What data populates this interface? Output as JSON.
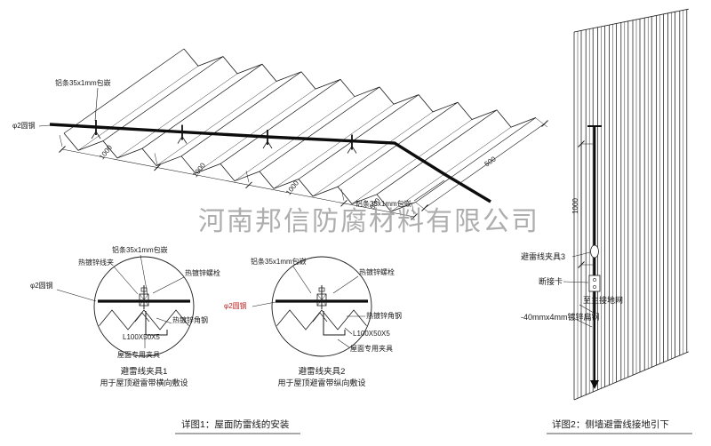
{
  "watermark": "河南邦信防腐材料有限公司",
  "roof": {
    "label_alum_top": "铝条35x1mm包嵌",
    "label_round_steel": "φ2圆钢",
    "label_alum_right": "铝条35x1mm包嵌",
    "dims": {
      "d1": "1000",
      "d2": "1000",
      "d3": "1000",
      "d4": "500",
      "d5": "500"
    }
  },
  "detail1": {
    "label_alum": "铝条35x1mm包嵌",
    "label_wire_clamp": "热镀锌线夹",
    "label_bolt": "热镀锌螺栓",
    "label_round_steel": "φ2圆钢",
    "label_angle": "热镀锌角钢",
    "label_angle_size": "L100X50X5",
    "label_roof_clamp": "屋面专用夹具",
    "title": "避雷线夹具1",
    "subtitle": "用于屋顶避雷带横向敷设"
  },
  "detail2": {
    "label_alum": "铝条35x1mm包嵌",
    "label_bolt": "热镀锌螺栓",
    "label_round_steel": "φ2圆钢",
    "label_angle": "热镀锌角钢",
    "label_angle_size": "L100X50X5",
    "label_roof_clamp": "屋面专用夹具",
    "title": "避雷线夹具2",
    "subtitle": "用于屋顶避雷带纵向敷设"
  },
  "wall": {
    "dim": "1000",
    "label_clamp3": "避雷线夹具3",
    "label_disconnect": "断接卡",
    "label_to_ground": "至主接地网",
    "label_flat_steel": "-40mmx4mm镀锌扁钢"
  },
  "captions": {
    "detail1": "详图1：屋面防雷线的安装",
    "detail2": "详图2：侧墙避雷线接地引下"
  },
  "colors": {
    "red": "#c22222",
    "watermark": "#9a9a9a",
    "line": "#1a1a1a"
  }
}
